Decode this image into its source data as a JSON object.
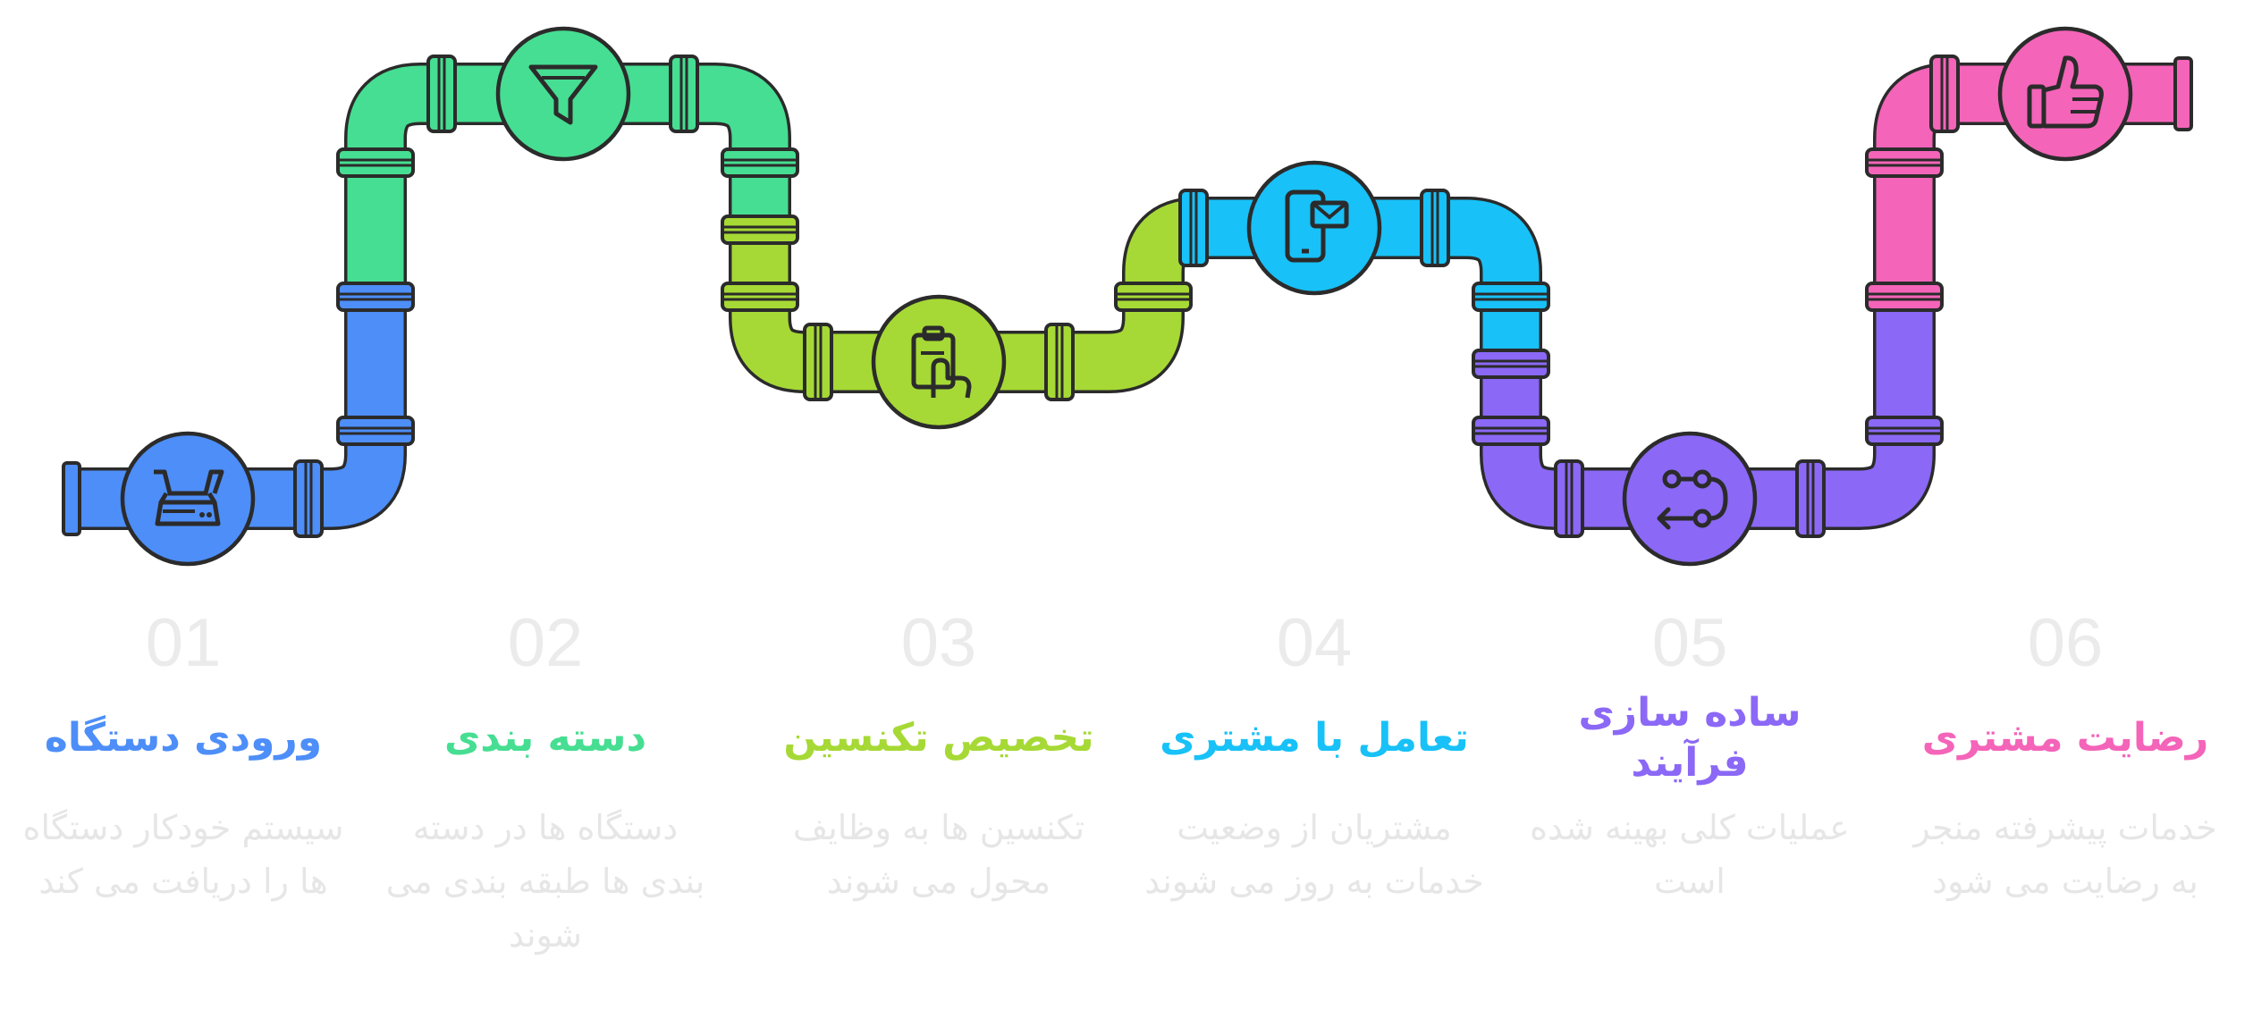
{
  "colors": {
    "outline": "#2b2b2b",
    "number_gray": "#ebebeb",
    "desc_gray": "#e6e6e6"
  },
  "steps": [
    {
      "num": "01",
      "title": "ورودی دستگاه",
      "desc": "سیستم خودکار دستگاه ها را دریافت می کند",
      "color": "#4d8ef8",
      "icon": "scanner-icon"
    },
    {
      "num": "02",
      "title": "دسته بندی",
      "desc": "دستگاه ها در دسته بندی ها طبقه بندی می شوند",
      "color": "#46de92",
      "icon": "filter-icon"
    },
    {
      "num": "03",
      "title": "تخصیص تکنسین",
      "desc": "تکنسین ها به وظایف محول می شوند",
      "color": "#a6d935",
      "icon": "clipboard-hand-icon"
    },
    {
      "num": "04",
      "title": "تعامل با مشتری",
      "desc": "مشتریان از وضعیت خدمات به روز می شوند",
      "color": "#18c1f7",
      "icon": "phone-mail-icon"
    },
    {
      "num": "05",
      "title": "ساده سازی فرآیند",
      "desc": "عملیات کلی بهینه شده است",
      "color": "#8b68f6",
      "icon": "workflow-icon"
    },
    {
      "num": "06",
      "title": "رضایت مشتری",
      "desc": "خدمات پیشرفته منجر به رضایت می شود",
      "color": "#f464b9",
      "icon": "thumbs-up-icon"
    }
  ]
}
